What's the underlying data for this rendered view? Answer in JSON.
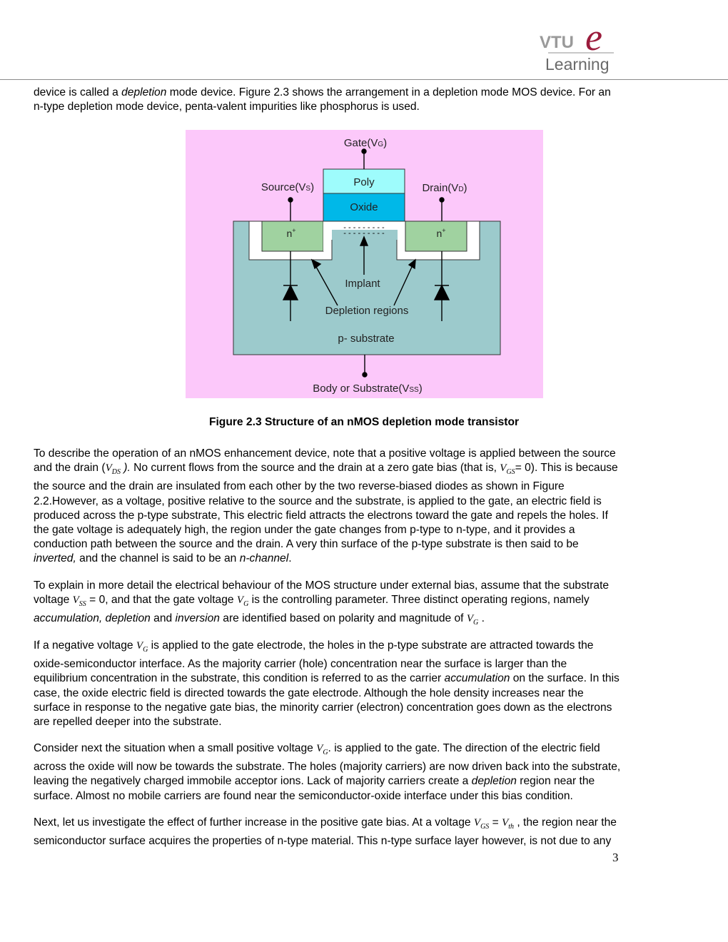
{
  "header": {
    "logo_text_top": "VTU",
    "logo_text_bottom": "Learning",
    "logo_letter": "e"
  },
  "intro": {
    "l1a": "device is called a ",
    "l1b": "depletion",
    "l1c": " mode device. Figure 2.3 shows the arrangement in a depletion mode MOS device. For an",
    "l2": "n-type depletion mode device, penta-valent impurities like phosphorus is used."
  },
  "figure": {
    "colors": {
      "bg": "#fcc8fa",
      "poly": "#9efcfc",
      "oxide": "#00b8e8",
      "n_plus": "#a0d2a0",
      "substrate": "#9ccacc"
    },
    "labels": {
      "gate": "Gate(V",
      "gate_sub": "G",
      "close": ")",
      "source": "Source(V",
      "source_sub": "S",
      "drain": "Drain(V",
      "drain_sub": "D",
      "poly": "Poly",
      "oxide": "Oxide",
      "nplus_left": "n",
      "nplus_right": "n",
      "plus": "+",
      "implant": "Implant",
      "depletion": "Depletion regions",
      "substrate": "p- substrate",
      "body": "Body or Substrate(V",
      "body_sub": "SS"
    }
  },
  "caption": "Figure 2.3 Structure of an nMOS depletion mode transistor",
  "p1": {
    "l1": "To describe the operation of an nMOS enhancement device, note that a positive voltage is applied between the source",
    "l2a": "and the drain (",
    "l2_sym": "V",
    "l2_sub": "DS",
    "l2b": " ).",
    "l2c": " No current flows from the source and the drain at a zero gate bias (that is, ",
    "l2_sym2": "V",
    "l2_sub2": "GS",
    "l2d": "= 0). This is because",
    "l3": "the source and the drain are insulated from each other by the two reverse-biased diodes as shown in Figure",
    "l4": "2.2.However, as a voltage, positive relative to the source and the substrate, is applied to the gate, an electric field is",
    "l5": "produced across the p-type substrate, This electric field attracts the electrons toward the gate and repels the holes. If",
    "l6": "the gate voltage is adequately high, the region under the gate changes from p-type to n-type, and it provides a",
    "l7": "conduction path between the source and the drain. A very thin surface of the p-type substrate is then said to be",
    "l8a": "inverted,",
    "l8b": " and the channel is said to be an ",
    "l8c": "n-channel",
    "l8d": "."
  },
  "p2": {
    "l1": "To explain in more detail the electrical behaviour of the MOS structure under external bias, assume that the substrate",
    "l2a": "voltage ",
    "l2_sym": "V",
    "l2_sub": "SS",
    "l2b": " = 0, and that the gate voltage ",
    "l2_sym2": "V",
    "l2_sub2": "G",
    "l2c": " is the controlling parameter. Three distinct operating regions, namely",
    "l3a": "accumulation, depletion",
    "l3b": " and ",
    "l3c": "inversion",
    "l3d": " are identified based on polarity and magnitude of ",
    "l3_sym": "V",
    "l3_sub": "G",
    "l3e": " ."
  },
  "p3": {
    "l1a": "If a negative voltage ",
    "l1_sym": "V",
    "l1_sub": "G",
    "l1b": " is applied to the gate electrode, the holes in the p-type substrate are attracted towards the",
    "l2": "oxide-semiconductor interface. As the majority carrier (hole) concentration near the surface is larger than the",
    "l3a": "equilibrium concentration in the substrate, this condition is referred to as the carrier ",
    "l3b": "accumulation",
    "l3c": " on the surface. In this",
    "l4": "case, the oxide electric field is directed towards the gate electrode. Although the hole density increases near the",
    "l5": "surface in response to the negative gate bias, the minority carrier (electron) concentration goes down as the electrons",
    "l6": "are repelled deeper into the substrate."
  },
  "p4": {
    "l1a": "Consider next the situation when a small positive voltage ",
    "l1_sym": "V",
    "l1_sub": "G",
    "l1b": ". is applied to the gate. The direction of the electric field",
    "l2": "across the oxide will now be towards the substrate. The holes (majority carriers) are now driven back into the substrate,",
    "l3a": "leaving the negatively charged immobile acceptor ions. Lack of majority carriers create a ",
    "l3b": "depletion",
    "l3c": " region near the",
    "l4": "surface. Almost no mobile carriers are found near the semiconductor-oxide interface under this bias condition."
  },
  "p5": {
    "l1a": "Next, let us investigate the effect of further increase in the positive gate bias. At a voltage ",
    "l1_sym": "V",
    "l1_sub": "GS",
    "l1b": " = ",
    "l1_sym2": "V",
    "l1_sub2": "th",
    "l1c": " , the region near the",
    "l2": "semiconductor surface acquires the properties of n-type material. This n-type surface layer however, is not due to any"
  },
  "page_number": "3"
}
